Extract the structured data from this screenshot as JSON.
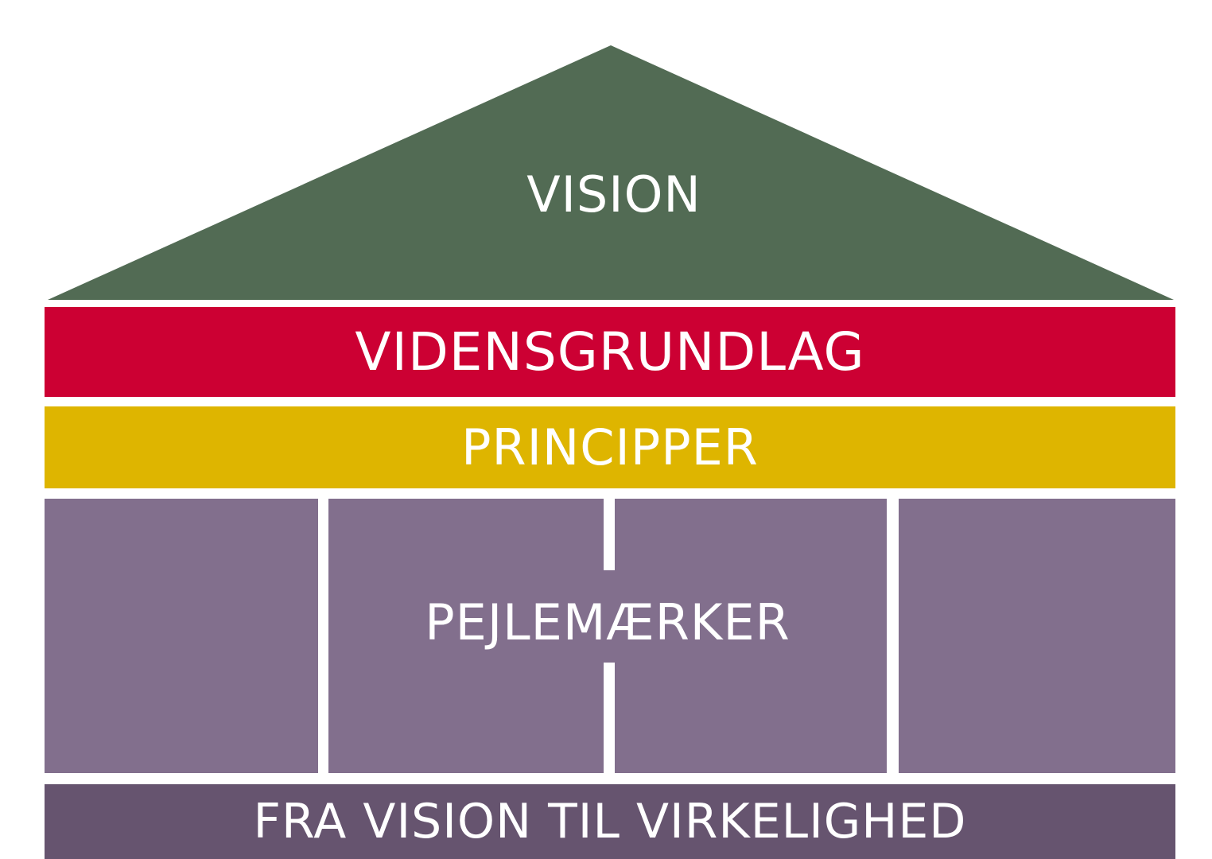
{
  "diagram": {
    "roof": {
      "label": "VISION",
      "color": "#526b54"
    },
    "bands": {
      "vidensgrundlag": {
        "label": "VIDENSGRUNDLAG",
        "color": "#cc0033"
      },
      "principper": {
        "label": "PRINCIPPER",
        "color": "#deb500"
      }
    },
    "pillars": {
      "label": "PEJLEMÆRKER",
      "color": "#826f8d"
    },
    "foundation": {
      "label": "FRA VISION TIL VIRKELIGHED",
      "color": "#66546f"
    }
  }
}
